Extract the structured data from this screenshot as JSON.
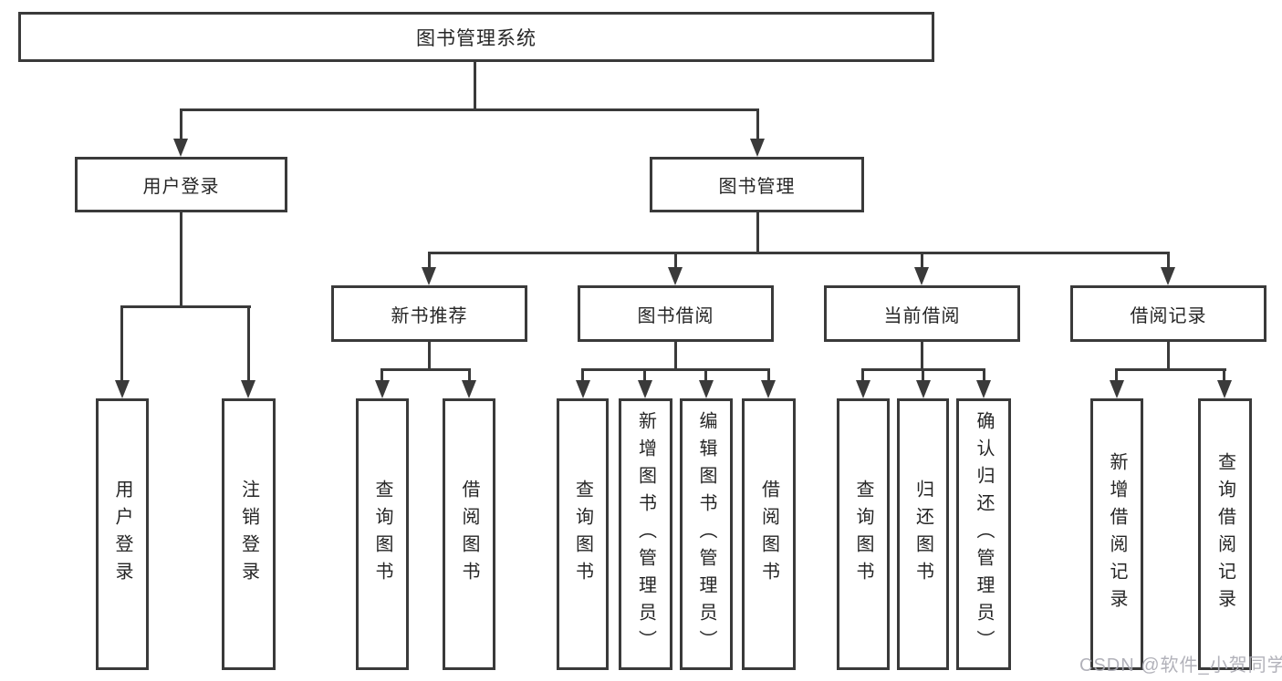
{
  "tree": {
    "root": {
      "label": "图书管理系统"
    },
    "children": [
      {
        "label": "用户登录",
        "children": [
          {
            "label": "用户登录"
          },
          {
            "label": "注销登录"
          }
        ]
      },
      {
        "label": "图书管理",
        "children": [
          {
            "label": "新书推荐",
            "children": [
              {
                "label": "查询图书"
              },
              {
                "label": "借阅图书"
              }
            ]
          },
          {
            "label": "图书借阅",
            "children": [
              {
                "label": "查询图书"
              },
              {
                "label": "新增图书（管理员）"
              },
              {
                "label": "编辑图书（管理员）"
              },
              {
                "label": "借阅图书"
              }
            ]
          },
          {
            "label": "当前借阅",
            "children": [
              {
                "label": "查询图书"
              },
              {
                "label": "归还图书"
              },
              {
                "label": "确认归还（管理员）"
              }
            ]
          },
          {
            "label": "借阅记录",
            "children": [
              {
                "label": "新增借阅记录"
              },
              {
                "label": "查询借阅记录"
              }
            ]
          }
        ]
      }
    ]
  },
  "watermark": {
    "text": "CSDN @软件_小贺同学"
  },
  "colors": {
    "line": "#3a3a3a",
    "text": "#262626",
    "box_background": "#ffffff",
    "page_background": "#ffffff",
    "watermark": "#aaaab2"
  }
}
